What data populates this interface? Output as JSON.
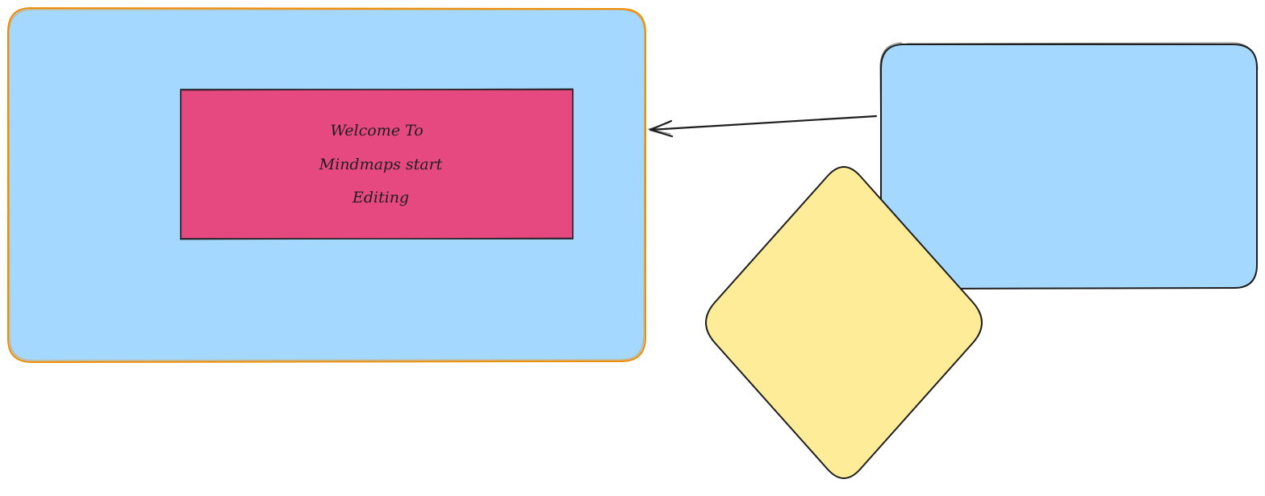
{
  "canvas": {
    "background": "#ffffff"
  },
  "shapes": {
    "left_box": {
      "fill": "#a5d8ff",
      "stroke": "#f08c00"
    },
    "inner_box": {
      "fill": "#e64980",
      "stroke": "#1e1e1e",
      "lines": [
        "Welcome To",
        "Mindmaps start",
        "Editing"
      ]
    },
    "right_box": {
      "fill": "#a5d8ff",
      "stroke": "#1e1e1e"
    },
    "diamond": {
      "fill": "#ffec99",
      "stroke": "#1e1e1e"
    },
    "arrow": {
      "stroke": "#1e1e1e"
    }
  }
}
